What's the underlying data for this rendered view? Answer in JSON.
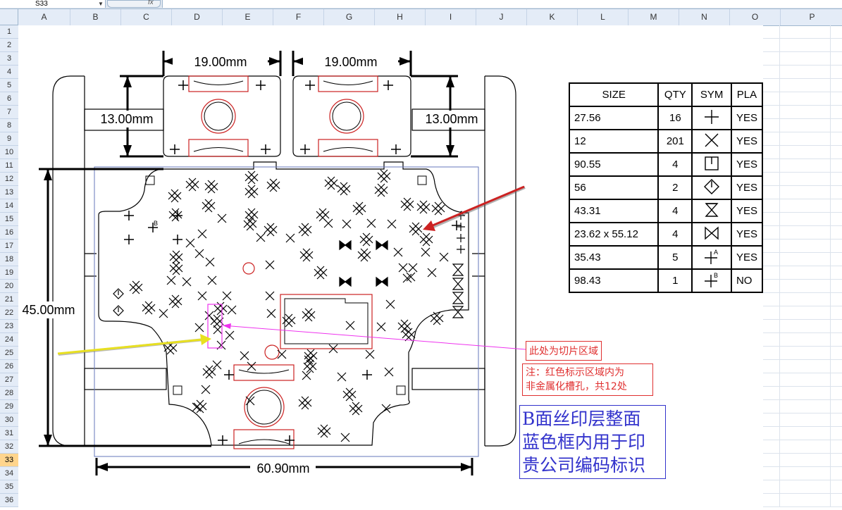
{
  "formula_bar": {
    "name_box": "S33",
    "fx_label": "fx",
    "formula": ""
  },
  "columns": [
    "A",
    "B",
    "C",
    "D",
    "E",
    "F",
    "G",
    "H",
    "I",
    "J",
    "K",
    "L",
    "M",
    "N",
    "O",
    "P"
  ],
  "rows": [
    "1",
    "2",
    "3",
    "4",
    "5",
    "6",
    "7",
    "8",
    "9",
    "10",
    "11",
    "12",
    "13",
    "14",
    "15",
    "16",
    "17",
    "18",
    "19",
    "20",
    "21",
    "22",
    "23",
    "24",
    "25",
    "26",
    "27",
    "28",
    "29",
    "30",
    "31",
    "32",
    "33",
    "34",
    "35",
    "36"
  ],
  "selected_row": "33",
  "drawing": {
    "dim_top_left": "19.00mm",
    "dim_top_right": "19.00mm",
    "dim_side_left": "13.00mm",
    "dim_side_right": "13.00mm",
    "dim_height": "45.00mm",
    "dim_width": "60.90mm",
    "label_a": "A",
    "label_b": "B",
    "colors": {
      "outline": "#000000",
      "red": "#cc2222",
      "blue": "#6677bb",
      "magenta": "#ee33ee",
      "yellow": "#e8e020"
    }
  },
  "legend": {
    "headers": [
      "SIZE",
      "QTY",
      "SYM",
      "PLA"
    ],
    "rows": [
      {
        "size": "27.56",
        "qty": "16",
        "sym": "plus-icon",
        "pla": "YES"
      },
      {
        "size": "12",
        "qty": "201",
        "sym": "x-cross-icon",
        "pla": "YES"
      },
      {
        "size": "90.55",
        "qty": "4",
        "sym": "square-tick-icon",
        "pla": "YES"
      },
      {
        "size": "56",
        "qty": "2",
        "sym": "diamond-tick-icon",
        "pla": "YES"
      },
      {
        "size": "43.31",
        "qty": "4",
        "sym": "hourglass-icon",
        "pla": "YES"
      },
      {
        "size": "23.62 x 55.12",
        "qty": "4",
        "sym": "bowtie-icon",
        "pla": "YES"
      },
      {
        "size": "35.43",
        "qty": "5",
        "sym": "plus-a-icon",
        "pla": "YES"
      },
      {
        "size": "98.43",
        "qty": "1",
        "sym": "plus-b-icon",
        "pla": "NO"
      }
    ]
  },
  "notes": {
    "slice_area": "此处为切片区域",
    "red_note_line1": "注：红色标示区域内为",
    "red_note_line2": "非金属化槽孔，共12处",
    "blue_note_line1": "B面丝印层整面",
    "blue_note_line2": "蓝色框内用于印",
    "blue_note_line3": "贵公司编码标识"
  }
}
